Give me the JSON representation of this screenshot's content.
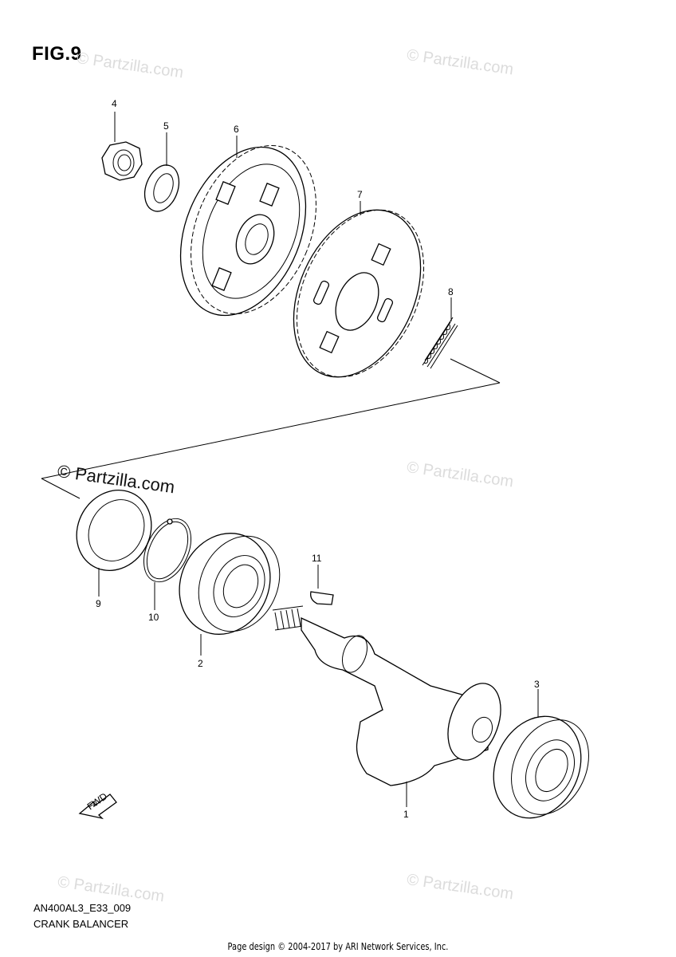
{
  "figure": {
    "title": "FIG.9",
    "code": "AN400AL3_E33_009",
    "description": "CRANK BALANCER"
  },
  "footer": "Page design © 2004-2017 by ARI Network Services, Inc.",
  "watermarks": [
    "© Partzilla.com",
    "© Partzilla.com",
    "© Partzilla.com",
    "© Partzilla.com",
    "© Partzilla.com",
    "© Partzilla.com"
  ],
  "callouts": [
    "1",
    "2",
    "3",
    "4",
    "5",
    "6",
    "7",
    "8",
    "9",
    "10",
    "11"
  ],
  "fwd_label": "FWD"
}
